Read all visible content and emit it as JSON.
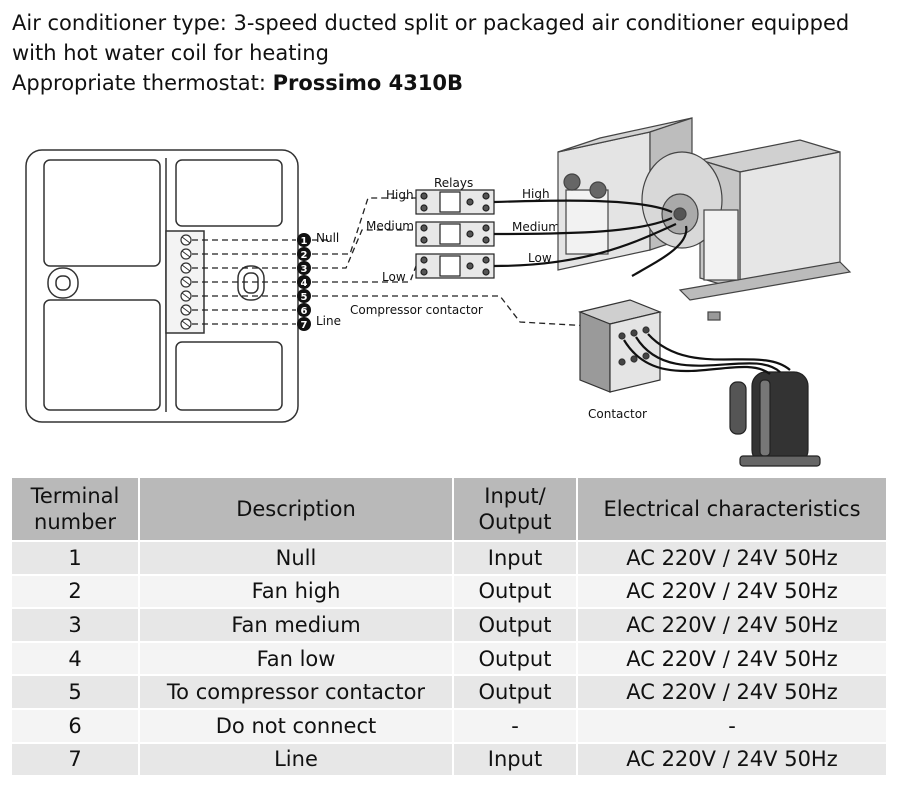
{
  "intro": {
    "line1": "Air conditioner type: 3-speed ducted split or packaged air conditioner equipped",
    "line2": "with hot water coil for heating",
    "thermostat_prefix": "Appropriate thermostat: ",
    "thermostat_model": "Prossimo 4310B"
  },
  "diagram": {
    "terminal_numbers": [
      "1",
      "2",
      "3",
      "4",
      "5",
      "6",
      "7"
    ],
    "terminal_labels": {
      "null": "Null",
      "line": "Line"
    },
    "wire_labels": {
      "high": "High",
      "medium": "Medium",
      "low": "Low"
    },
    "relays_label": "Relays",
    "unit_labels": {
      "high": "High",
      "medium": "Medium",
      "low": "Low"
    },
    "compressor_contactor_label": "Compressor contactor",
    "contactor_label": "Contactor"
  },
  "table": {
    "headers": {
      "terminal": "Terminal number",
      "description": "Description",
      "io": "Input/ Output",
      "electrical": "Electrical characteristics"
    },
    "rows": [
      {
        "terminal": "1",
        "description": "Null",
        "io": "Input",
        "electrical": "AC 220V / 24V 50Hz"
      },
      {
        "terminal": "2",
        "description": "Fan high",
        "io": "Output",
        "electrical": "AC 220V / 24V 50Hz"
      },
      {
        "terminal": "3",
        "description": "Fan medium",
        "io": "Output",
        "electrical": "AC 220V / 24V 50Hz"
      },
      {
        "terminal": "4",
        "description": "Fan low",
        "io": "Output",
        "electrical": "AC 220V / 24V 50Hz"
      },
      {
        "terminal": "5",
        "description": "To compressor contactor",
        "io": "Output",
        "electrical": "AC 220V / 24V 50Hz"
      },
      {
        "terminal": "6",
        "description": "Do not connect",
        "io": "-",
        "electrical": "-"
      },
      {
        "terminal": "7",
        "description": "Line",
        "io": "Input",
        "electrical": "AC 220V / 24V 50Hz"
      }
    ]
  }
}
